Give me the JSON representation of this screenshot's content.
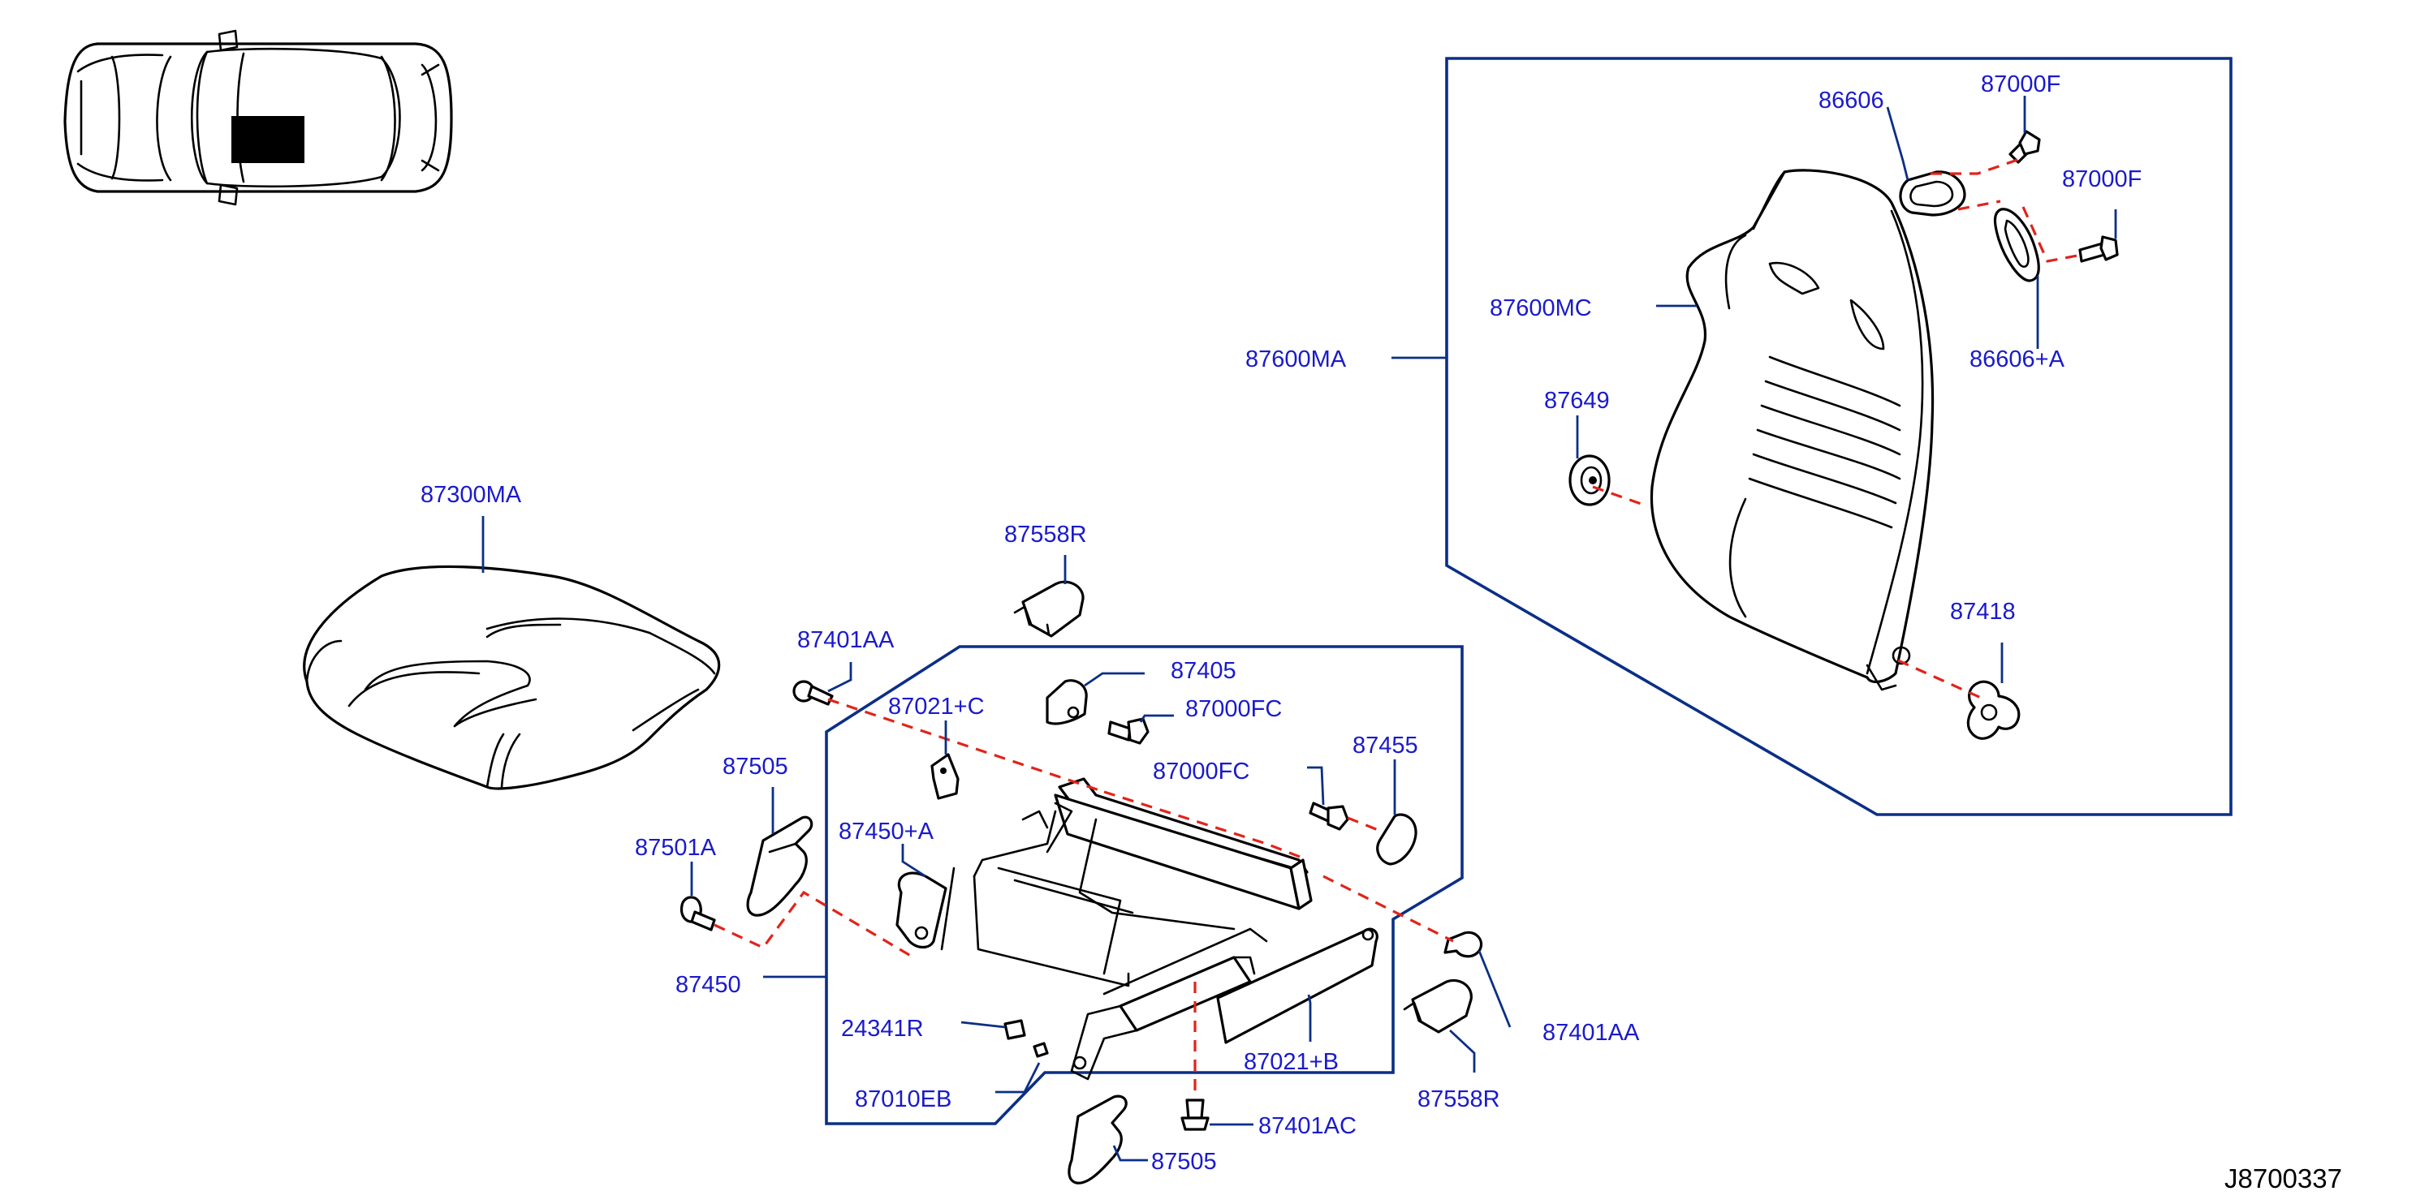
{
  "diagram": {
    "reference_code": "J8700337",
    "callouts": {
      "p86606": "86606",
      "p87000f_top": "87000F",
      "p87000f_right": "87000F",
      "p87600mc": "87600MC",
      "p87600ma": "87600MA",
      "p86606a": "86606+A",
      "p87649": "87649",
      "p87418": "87418",
      "p87300ma": "87300MA",
      "p87558r_top": "87558R",
      "p87401aa_left": "87401AA",
      "p87405": "87405",
      "p87021c": "87021+C",
      "p87000fc_top": "87000FC",
      "p87505_left": "87505",
      "p87000fc_mid": "87000FC",
      "p87455": "87455",
      "p87450a": "87450+A",
      "p87501a": "87501A",
      "p87450": "87450",
      "p24341r": "24341R",
      "p87010eb": "87010EB",
      "p87021b": "87021+B",
      "p87401aa_right": "87401AA",
      "p87558r_bottom": "87558R",
      "p87401ac": "87401AC",
      "p87505_bottom": "87505"
    }
  }
}
